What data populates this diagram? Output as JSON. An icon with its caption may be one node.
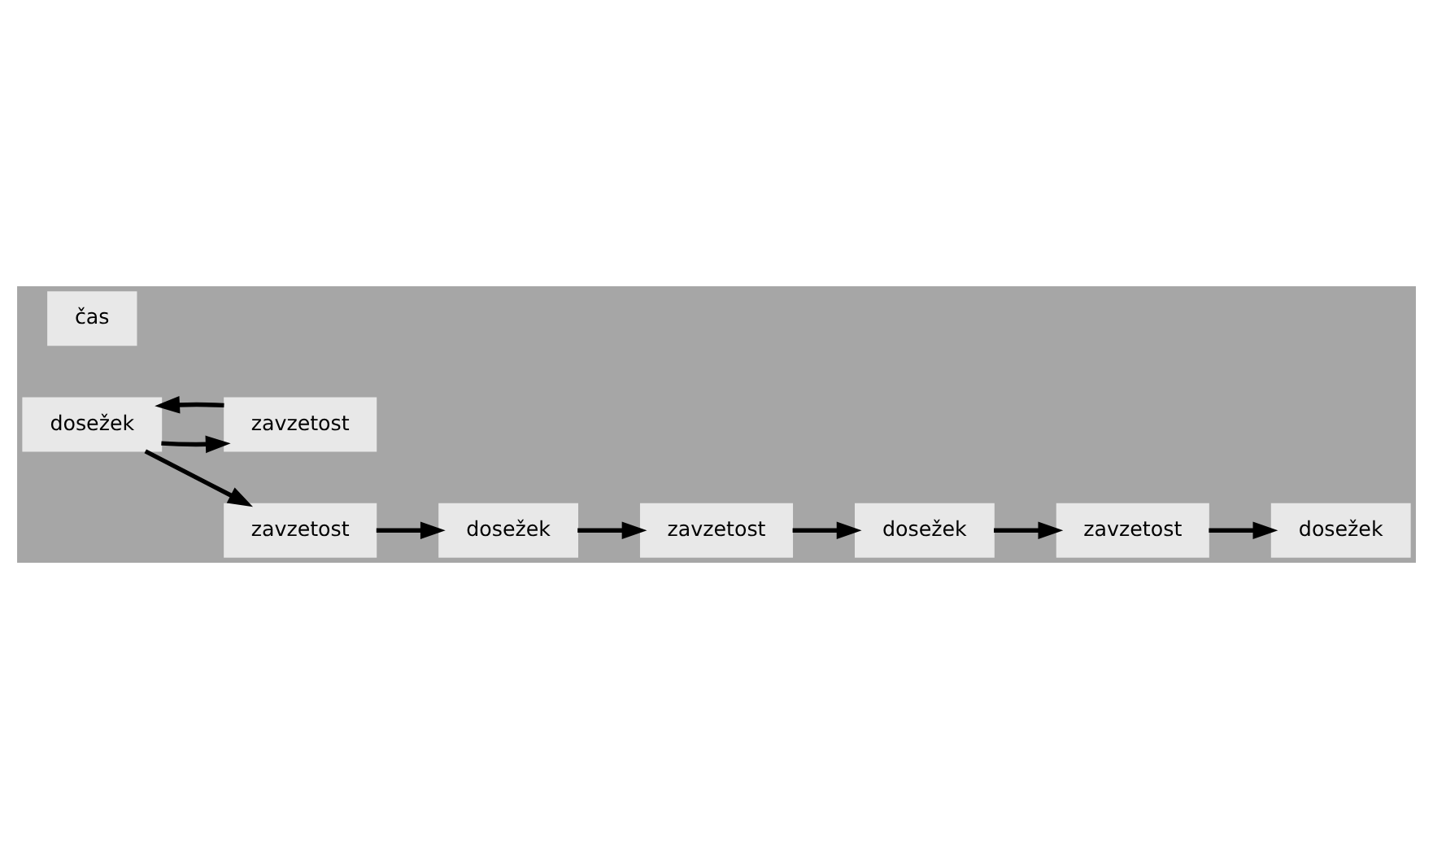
{
  "diagram": {
    "nodes": [
      {
        "text": [
          "dosežek"
        ]
      },
      {
        "text": [
          "zavzetost"
        ]
      },
      {
        "text": [
          "zavzetost"
        ]
      },
      {
        "text": [
          "dosežek"
        ]
      },
      {
        "text": [
          "zavzetost"
        ]
      },
      {
        "text": [
          "dosežek"
        ]
      },
      {
        "text": [
          "zavzetost"
        ]
      },
      {
        "text": [
          "dosežek"
        ]
      },
      {
        "text": [
          "čas"
        ]
      }
    ],
    "edges": [
      {
        "from": 0,
        "to": 1,
        "arrow": "to"
      },
      {
        "from": 1,
        "to": 0,
        "arrow": "to"
      },
      {
        "from": 0,
        "to": 2,
        "arrow": "to"
      },
      {
        "from": 2,
        "to": 3,
        "arrow": "to"
      },
      {
        "from": 3,
        "to": 4,
        "arrow": "to"
      },
      {
        "from": 4,
        "to": 5,
        "arrow": "to"
      },
      {
        "from": 5,
        "to": 6,
        "arrow": "to"
      },
      {
        "from": 6,
        "to": 7,
        "arrow": "to"
      }
    ]
  }
}
